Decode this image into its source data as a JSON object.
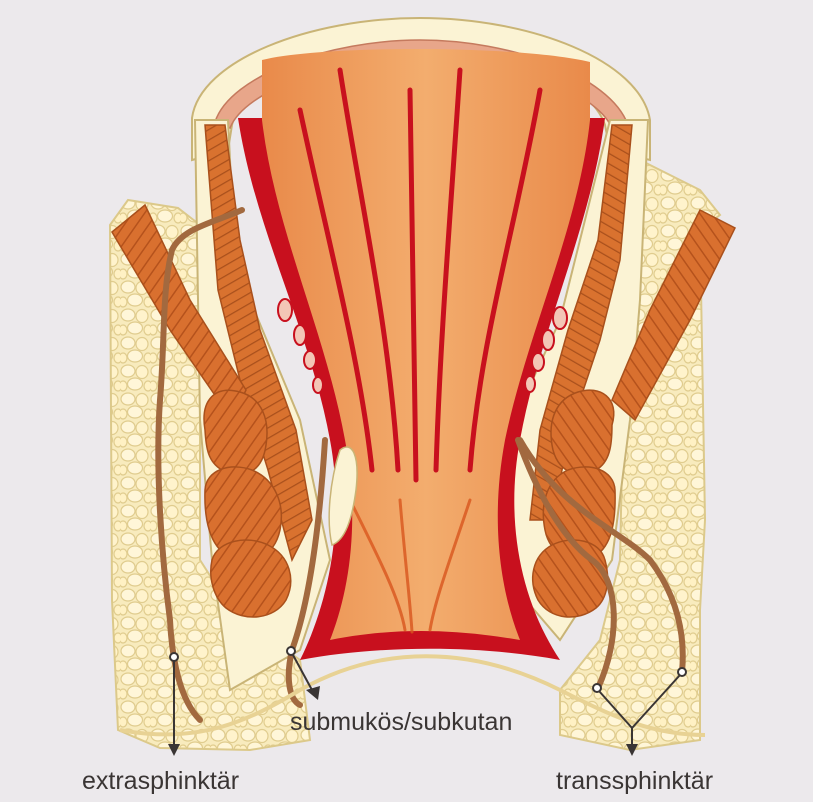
{
  "labels": {
    "submucosal": "submukös/subkutan",
    "extrasphincteric": "extrasphinktär",
    "transsphincteric": "transsphinktär"
  },
  "colors": {
    "background": "#ece9ec",
    "fat": "#f6e7b0",
    "fat_outline": "#dcc98a",
    "muscle": "#d9702f",
    "muscle_dark": "#b5521c",
    "mucosa": "#f0a464",
    "mucosa_red": "#c8101e",
    "fistula_tract": "#a2693f",
    "label_text": "#3a3534"
  }
}
